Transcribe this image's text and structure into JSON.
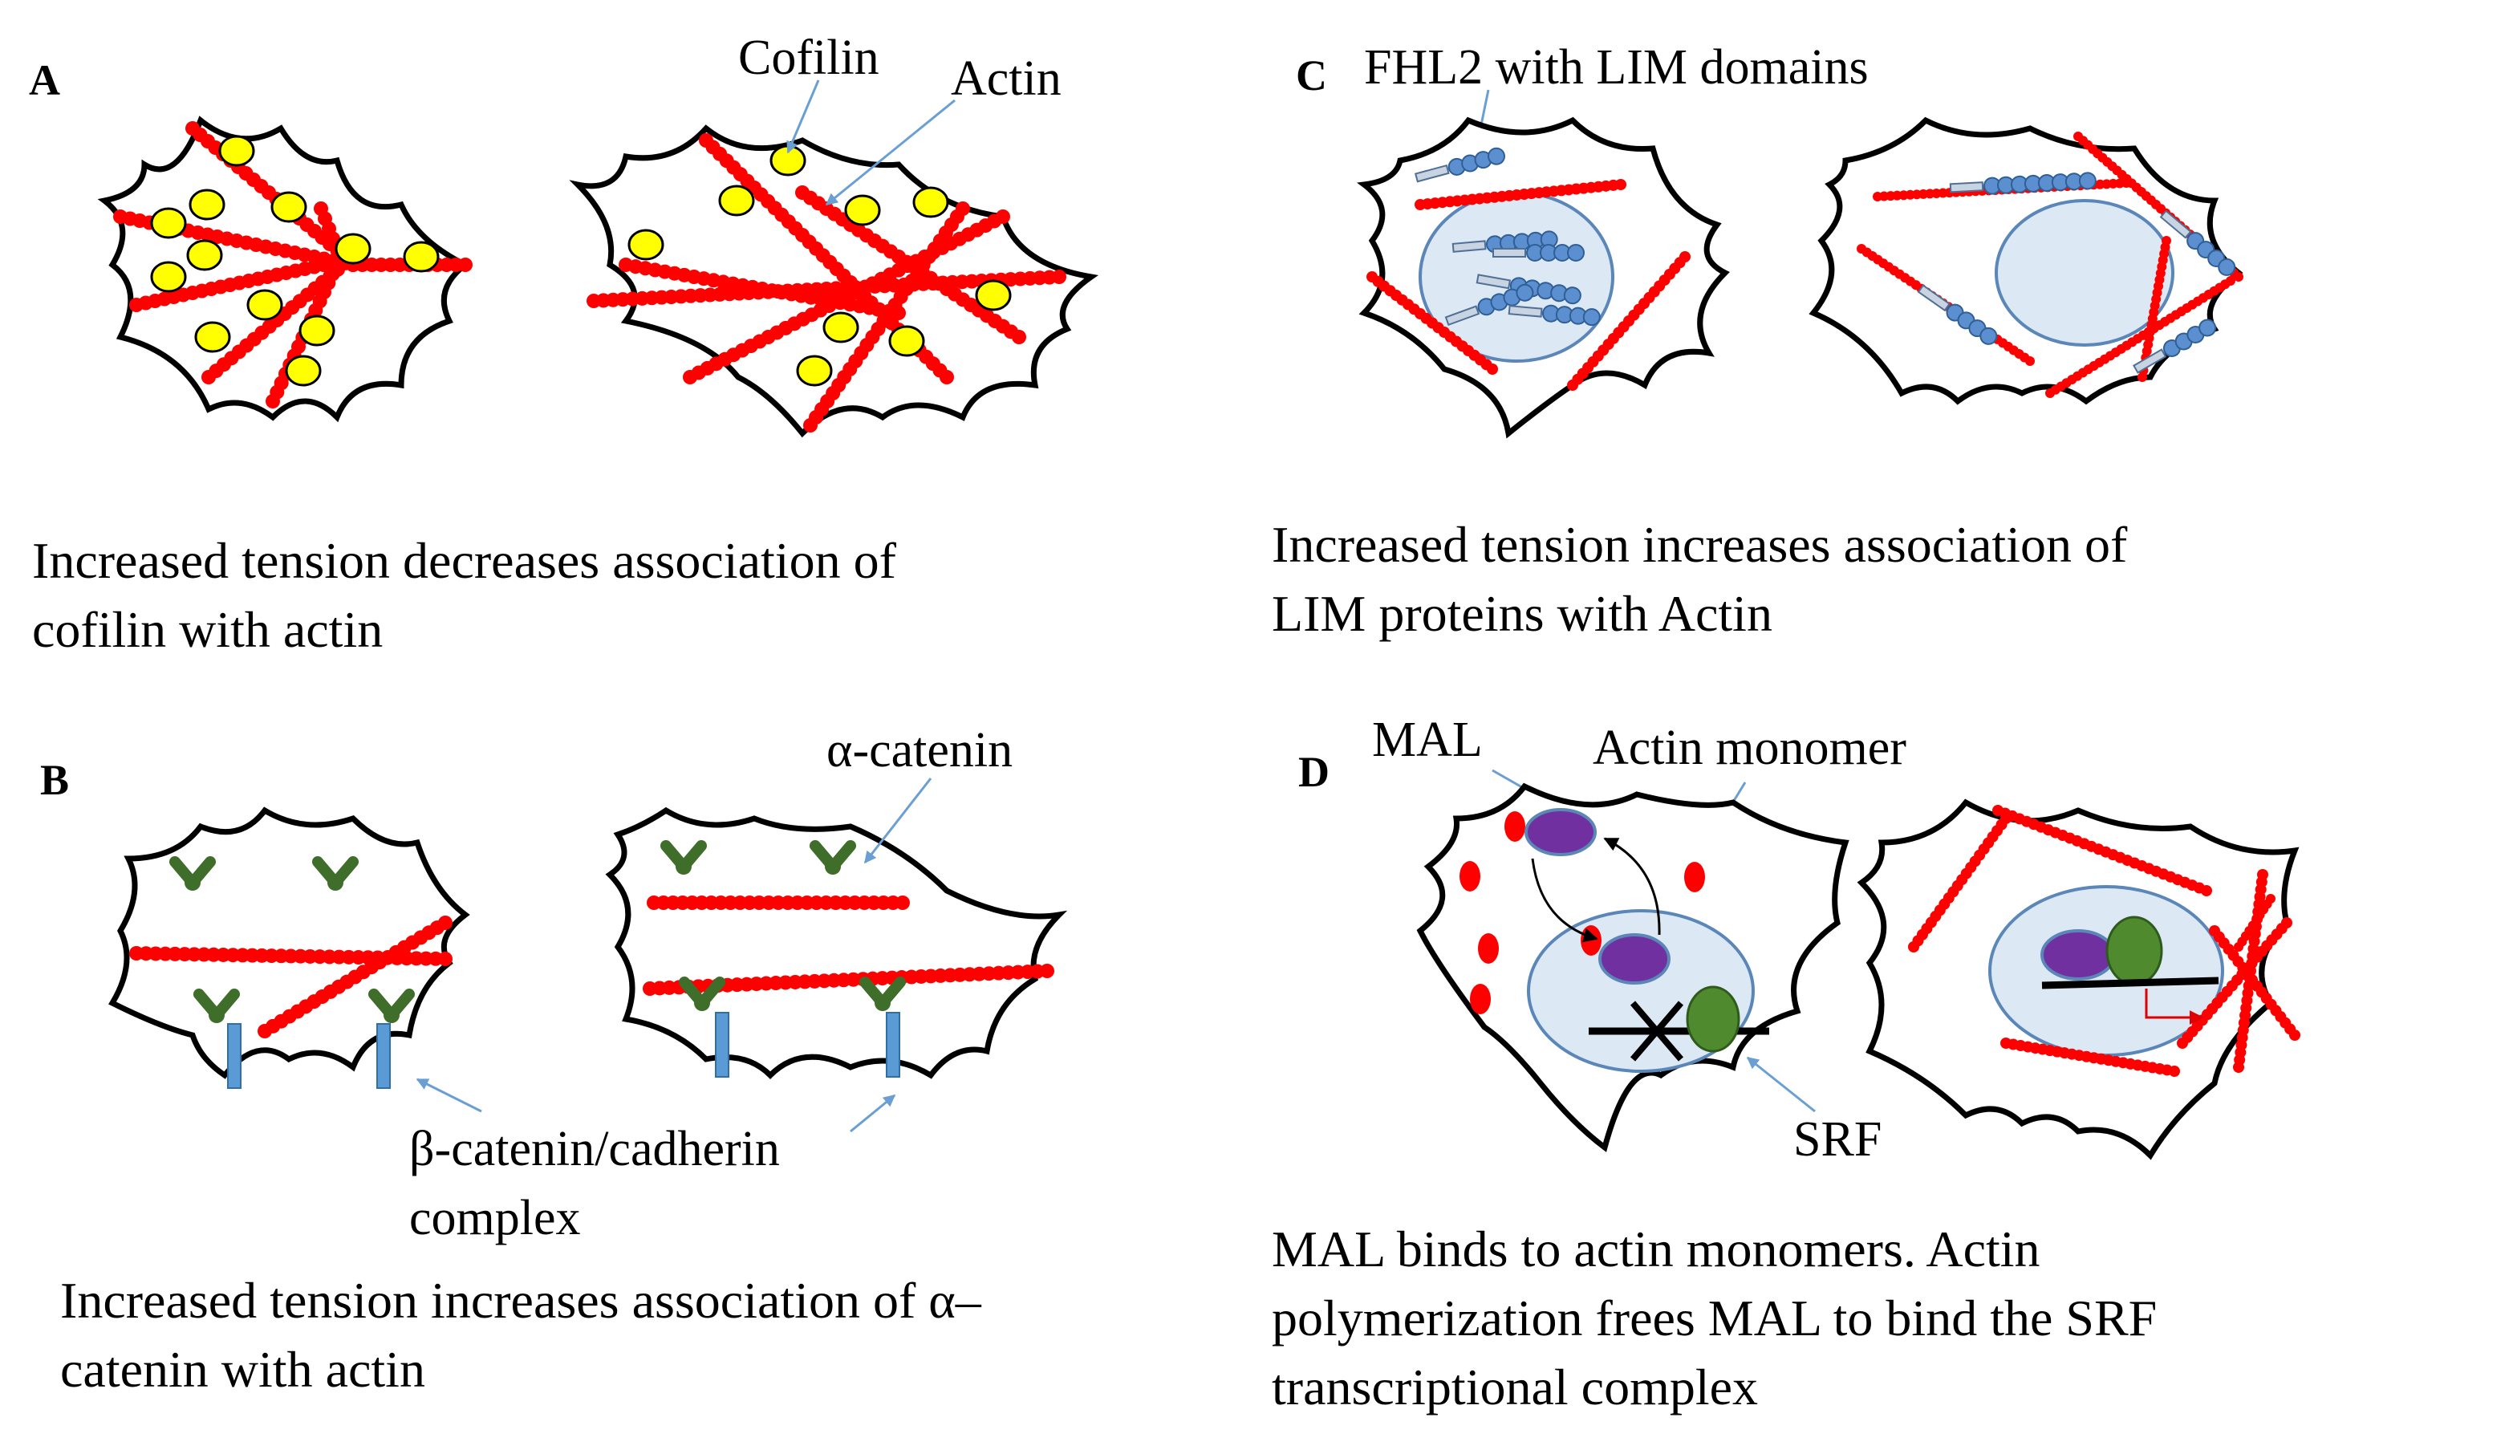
{
  "panels": {
    "A": {
      "letter": "A",
      "label_cofilin": "Cofilin",
      "label_actin": "Actin",
      "caption_line1": "Increased tension decreases association of",
      "caption_line2": "cofilin with actin"
    },
    "B": {
      "letter": "B",
      "label_alpha_catenin": "α-catenin",
      "label_beta_line1": "β-catenin/cadherin",
      "label_beta_line2": "complex",
      "caption_line1": "Increased tension increases association of α–",
      "caption_line2": "catenin with actin"
    },
    "C": {
      "letter": "C",
      "label_fhl2": "FHL2 with LIM domains",
      "caption_line1": "Increased tension increases association of",
      "caption_line2": "LIM proteins with Actin"
    },
    "D": {
      "letter": "D",
      "label_mal": "MAL",
      "label_actin_monomer": "Actin monomer",
      "label_srf": "SRF",
      "caption_line1": "MAL binds to actin monomers. Actin",
      "caption_line2": "polymerization frees MAL to bind the SRF",
      "caption_line3": "transcriptional complex"
    }
  },
  "colors": {
    "actin": "#ff0000",
    "cofilin": "#ffff00",
    "lim_domain": "#5b8fd0",
    "catenin": "#3f6e2a",
    "cadherin": "#5b9bd5",
    "nucleus": "#dce8f4",
    "mal": "#7030a0",
    "srf": "#4f8a2e",
    "pointer": "#6a9fd4"
  }
}
